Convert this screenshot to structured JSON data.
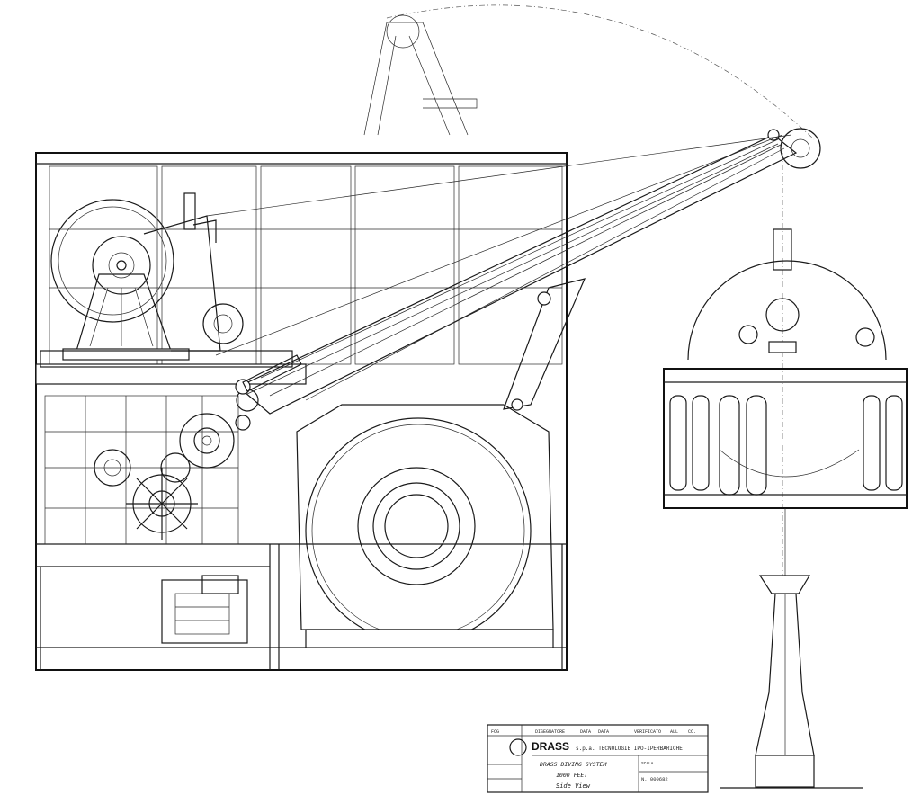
{
  "title_block": {
    "company": "DRASS",
    "company_suffix": "s.p.a. TECNOLOGIE IPO-IPERBARICHE",
    "title_line1": "DRASS DIVING SYSTEM",
    "title_line2": "1000 FEET",
    "title_line3": "Side View",
    "drawing_number": "N. 000682",
    "header_cells": [
      "FOG",
      "DISEGNATORE",
      "DATA",
      "DATA",
      "VERIFICATO",
      "ALL",
      "CO."
    ],
    "scale_label": "SCALA"
  }
}
